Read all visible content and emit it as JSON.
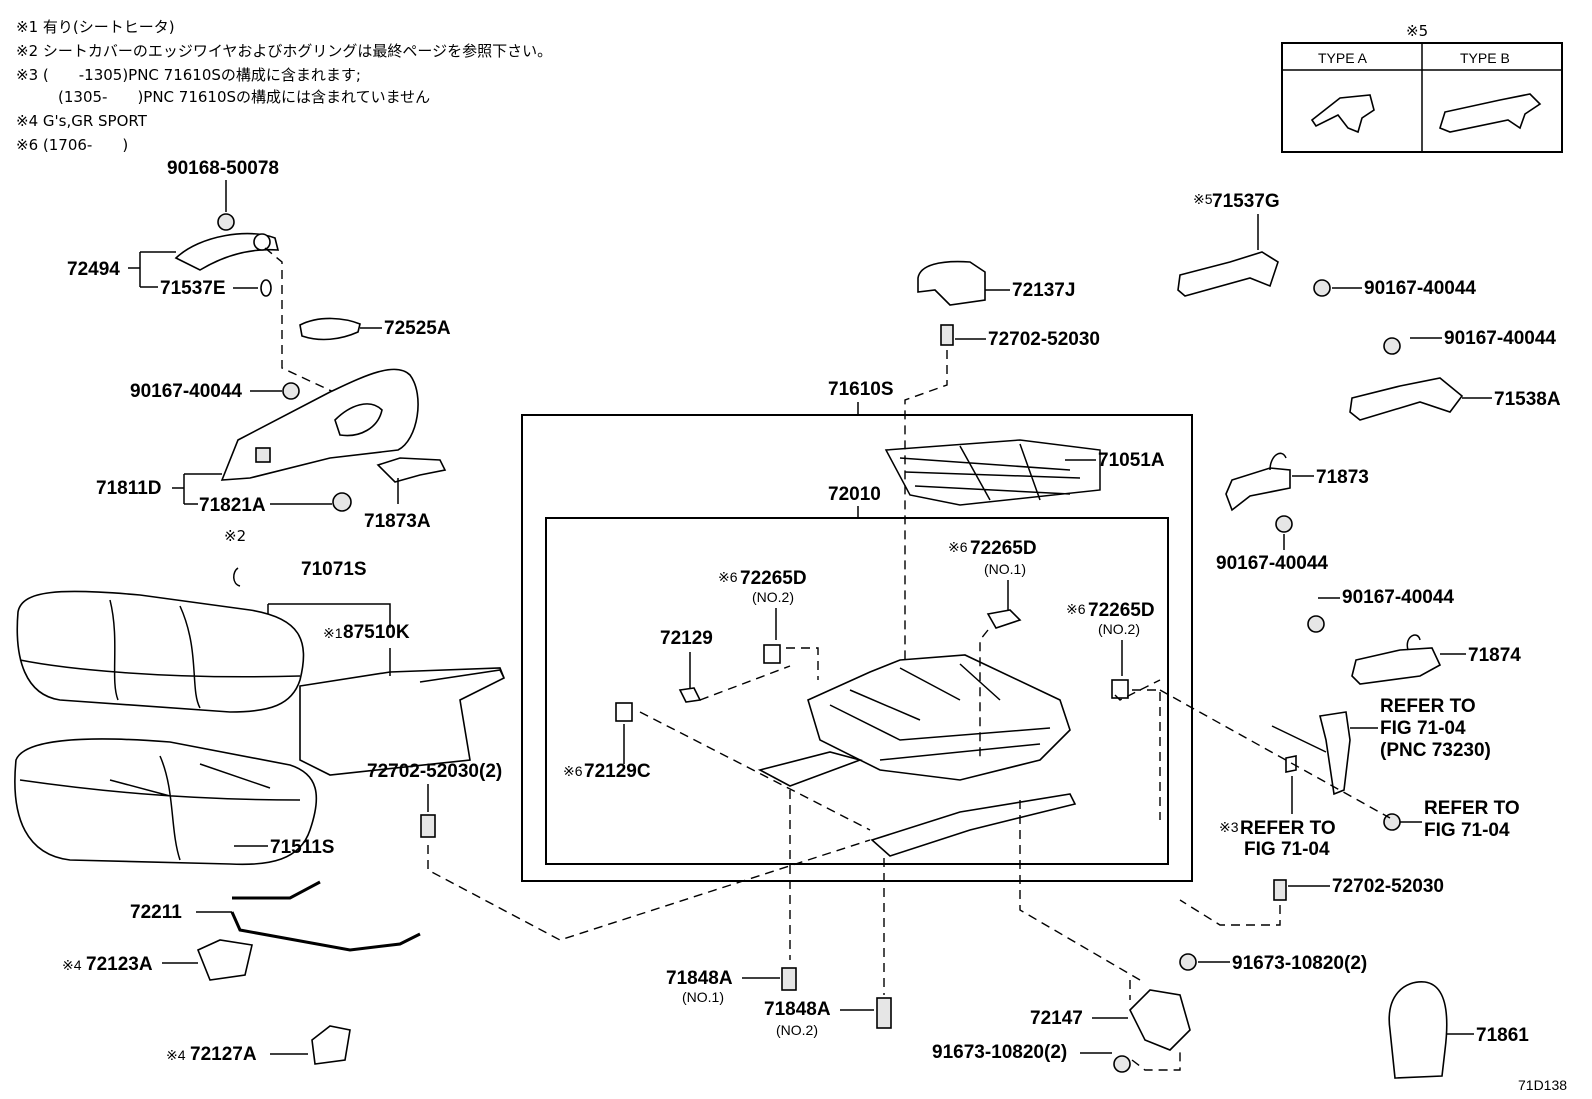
{
  "notes": [
    "※1 有り(シートヒータ)",
    "※2 シートカバーのエッジワイヤおよびホグリングは最終ページを参照下さい。",
    "※3 (　　-1305)PNC 71610Sの構成に含まれます;",
    "(1305-　　)PNC 71610Sの構成には含まれていません",
    "※4 G's,GR SPORT",
    "※6 (1706-　　)"
  ],
  "type_table": {
    "mark": "※5",
    "type_a": "TYPE A",
    "type_b": "TYPE B"
  },
  "labels": {
    "p90168_50078": "90168-50078",
    "p72494": "72494",
    "p71537E": "71537E",
    "p72525A": "72525A",
    "p90167_40044_left": "90167-40044",
    "p71811D": "71811D",
    "p71821A": "71821A",
    "p71873A": "71873A",
    "mark2": "※2",
    "p71071S": "71071S",
    "mark1": "※1",
    "p87510K": "87510K",
    "p72702_52030_2": "72702-52030(2)",
    "p71511S": "71511S",
    "p72211": "72211",
    "mark4a": "※4",
    "p72123A": "72123A",
    "mark4b": "※4",
    "p72127A": "72127A",
    "p72137J": "72137J",
    "p72702_52030_top": "72702-52030",
    "p71610S": "71610S",
    "p71051A": "71051A",
    "p72010": "72010",
    "mark6a": "※6",
    "p72265D_no1": "72265D",
    "no1a": "(NO.1)",
    "mark6b": "※6",
    "p72265D_no2_left": "72265D",
    "no2a": "(NO.2)",
    "mark6c": "※6",
    "p72265D_no2_right": "72265D",
    "no2b": "(NO.2)",
    "p72129": "72129",
    "mark6d": "※6",
    "p72129C": "72129C",
    "p71848A_no1": "71848A",
    "no1b": "(NO.1)",
    "p71848A_no2": "71848A",
    "no2c": "(NO.2)",
    "p72147": "72147",
    "p91673_10820_bottom": "91673-10820(2)",
    "p91673_10820_right": "91673-10820(2)",
    "mark5": "※5",
    "p71537G": "71537G",
    "p90167_40044_r1": "90167-40044",
    "p90167_40044_r2": "90167-40044",
    "p71538A": "71538A",
    "p71873": "71873",
    "p90167_40044_r3": "90167-40044",
    "p90167_40044_r4": "90167-40044",
    "p71874": "71874",
    "refer1_l1": "REFER TO",
    "refer1_l2": "FIG 71-04",
    "refer1_l3": "(PNC 73230)",
    "mark3": "※3",
    "refer2_l1": "REFER TO",
    "refer2_l2": "FIG 71-04",
    "refer3_l1": "REFER TO",
    "refer3_l2": "FIG 71-04",
    "p72702_52030_right": "72702-52030",
    "p71861": "71861",
    "fig_code": "71D138"
  }
}
